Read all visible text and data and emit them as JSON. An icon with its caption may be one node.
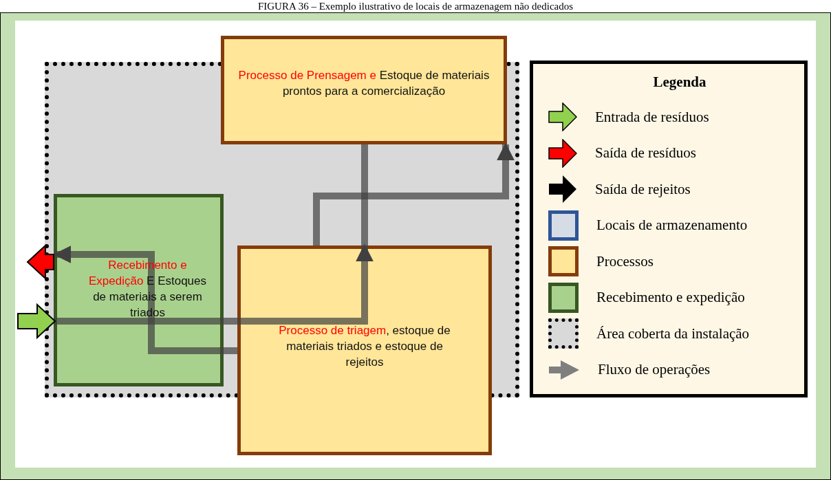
{
  "diagram": {
    "title": "FIGURA 36 – Exemplo ilustrativo de locais de armazenagem não dedicados",
    "nodes": [
      {
        "text": [],
        "shape": "box"
      },
      {
        "text": [
          "**Processo de Prensagem e** Estoque de materiais prontos para a comercialização"
        ]
      },
      {
        "text": [
          "**Recebimento e Expedição** E Estoques de materiais a serem triados"
        ],
        "in": 0
      },
      {
        "text": [
          "**Processo de triagem**, estoque de materiais triados e estoque de rejeitos"
        ]
      }
    ],
    "edges": [
      {
        "from": 2,
        "to": 3,
        "arrow": "to"
      },
      {
        "from": 1,
        "to": 3,
        "arrow": "none"
      },
      {
        "from": 3,
        "to": 1,
        "arrow": "to"
      },
      {
        "from": 3,
        "to": 2,
        "arrow": "to"
      },
      {
        "from": 2,
        "to": null,
        "arrow": "to",
        "style": "thick",
        "color": "#ff0000"
      },
      {
        "from": null,
        "to": 2,
        "arrow": "to",
        "style": "thick",
        "color": "#92d050"
      }
    ],
    "labels": [
      "Legenda"
    ],
    "legend": [
      {
        "text": "Entrada de resíduos",
        "color": "#92d050"
      },
      {
        "text": "Saída de resíduos",
        "color": "#ff0000"
      },
      {
        "text": "Saída de rejeitos",
        "color": "#000000"
      },
      {
        "text": "Locais de armazenamento",
        "color": "#d6dce5"
      },
      {
        "text": "Processos",
        "color": "#ffe699"
      },
      {
        "text": "Recebimento e expedição",
        "color": "#a9d18e"
      },
      {
        "text": "Área coberta da instalação",
        "color": "#d9d9d9"
      },
      {
        "text": "Fluxo de operações",
        "color": "#7f7f7f"
      }
    ]
  }
}
